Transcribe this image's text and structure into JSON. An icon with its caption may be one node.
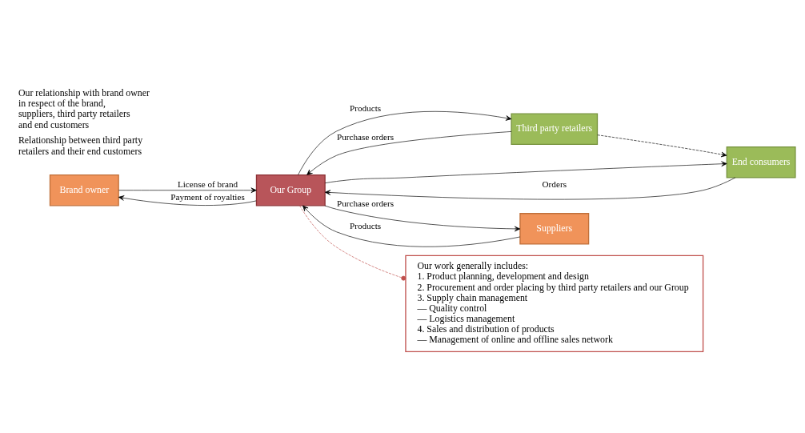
{
  "diagram": {
    "nodes": [
      {
        "text": [
          "Brand owner"
        ]
      },
      {
        "text": [
          "Third party retailers"
        ]
      },
      {
        "text": [
          "End consumers"
        ]
      },
      {
        "text": [
          "Our Group"
        ]
      },
      {
        "text": [
          "Suppliers"
        ]
      },
      {
        "text": [
          "Our work generally includes:",
          "1. Product planning, development and design",
          "2. Procurement and order placing by third party retailers and our Group",
          "3. Supply chain management",
          "— Quality control",
          "— Logistics management",
          "4. Sales and distribution of products",
          "— Management of online and offline sales network"
        ]
      }
    ],
    "edges": [
      {
        "from": 0,
        "to": 3,
        "arrow": "to",
        "label": "License of brand"
      },
      {
        "from": 3,
        "to": 0,
        "arrow": "to",
        "label": "Payment of royalties"
      },
      {
        "from": 1,
        "to": 3,
        "arrow": "to",
        "label": "Purchase orders"
      },
      {
        "from": 1,
        "to": 2,
        "arrow": "to",
        "style": "dashed"
      },
      {
        "from": 3,
        "to": 1,
        "arrow": "to",
        "label": "Products"
      },
      {
        "from": 3,
        "to": 2,
        "arrow": "to"
      },
      {
        "from": 2,
        "to": 3,
        "arrow": "to",
        "label": "Orders"
      },
      {
        "from": 3,
        "to": 4,
        "arrow": "to",
        "label": "Purchase orders"
      },
      {
        "from": 4,
        "to": 3,
        "arrow": "to",
        "label": "Products"
      },
      {
        "from": 3,
        "to": 5,
        "arrow": "other",
        "style": "dashed",
        "color": "#c0504d"
      }
    ],
    "legend": [
      {
        "text": "Our relationship with brand owner in respect of the brand, suppliers, third party retailers and end customers"
      },
      {
        "text": "Relationship between third party retailers and their end customers"
      }
    ]
  }
}
